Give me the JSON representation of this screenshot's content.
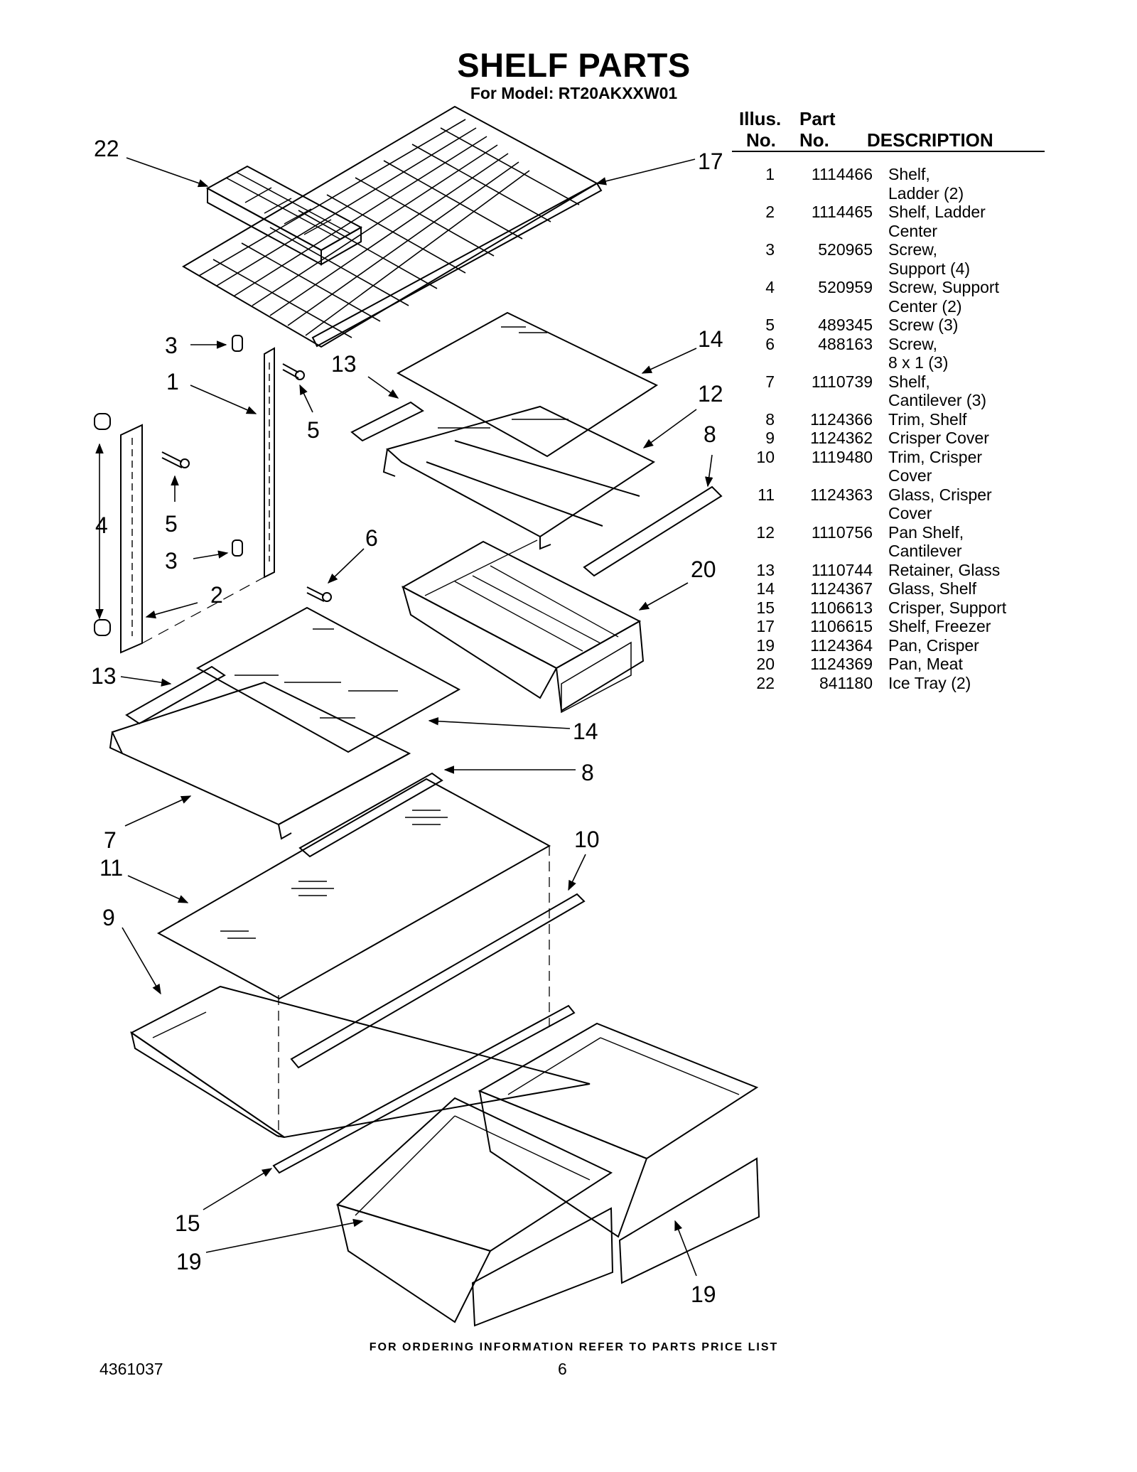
{
  "header": {
    "title": "SHELF PARTS",
    "subtitle": "For Model: RT20AKXXW01"
  },
  "table": {
    "col_illus": "Illus.",
    "col_illus_no": "No.",
    "col_part": "Part",
    "col_part_no": "No.",
    "col_description": "DESCRIPTION",
    "rows": [
      {
        "illus": "1",
        "part": "1114466",
        "desc": "Shelf,\nLadder (2)"
      },
      {
        "illus": "2",
        "part": "1114465",
        "desc": "Shelf, Ladder\nCenter"
      },
      {
        "illus": "3",
        "part": "520965",
        "desc": "Screw,\nSupport (4)"
      },
      {
        "illus": "4",
        "part": "520959",
        "desc": "Screw, Support\nCenter (2)"
      },
      {
        "illus": "5",
        "part": "489345",
        "desc": "Screw (3)"
      },
      {
        "illus": "6",
        "part": "488163",
        "desc": "Screw,\n8 x 1 (3)"
      },
      {
        "illus": "7",
        "part": "1110739",
        "desc": "Shelf,\nCantilever (3)"
      },
      {
        "illus": "8",
        "part": "1124366",
        "desc": "Trim, Shelf"
      },
      {
        "illus": "9",
        "part": "1124362",
        "desc": "Crisper Cover"
      },
      {
        "illus": "10",
        "part": "1119480",
        "desc": "Trim, Crisper\nCover"
      },
      {
        "illus": "11",
        "part": "1124363",
        "desc": "Glass, Crisper\nCover"
      },
      {
        "illus": "12",
        "part": "1110756",
        "desc": "Pan Shelf,\nCantilever"
      },
      {
        "illus": "13",
        "part": "1110744",
        "desc": "Retainer, Glass"
      },
      {
        "illus": "14",
        "part": "1124367",
        "desc": "Glass, Shelf"
      },
      {
        "illus": "15",
        "part": "1106613",
        "desc": "Crisper, Support"
      },
      {
        "illus": "17",
        "part": "1106615",
        "desc": "Shelf, Freezer"
      },
      {
        "illus": "19",
        "part": "1124364",
        "desc": "Pan, Crisper"
      },
      {
        "illus": "20",
        "part": "1124369",
        "desc": "Pan, Meat"
      },
      {
        "illus": "22",
        "part": "841180",
        "desc": "Ice Tray (2)"
      }
    ]
  },
  "callouts": {
    "c22": "22",
    "c17": "17",
    "c3a": "3",
    "c1": "1",
    "c5a": "5",
    "c13a": "13",
    "c14a": "14",
    "c12": "12",
    "c8a": "8",
    "c4": "4",
    "c5b": "5",
    "c3b": "3",
    "c6": "6",
    "c2": "2",
    "c20": "20",
    "c13b": "13",
    "c14b": "14",
    "c8b": "8",
    "c7": "7",
    "c10": "10",
    "c11": "11",
    "c9": "9",
    "c15": "15",
    "c19a": "19",
    "c19b": "19"
  },
  "footer": {
    "note": "FOR ORDERING INFORMATION REFER TO PARTS PRICE LIST",
    "doc_number": "4361037",
    "page_number": "6"
  }
}
